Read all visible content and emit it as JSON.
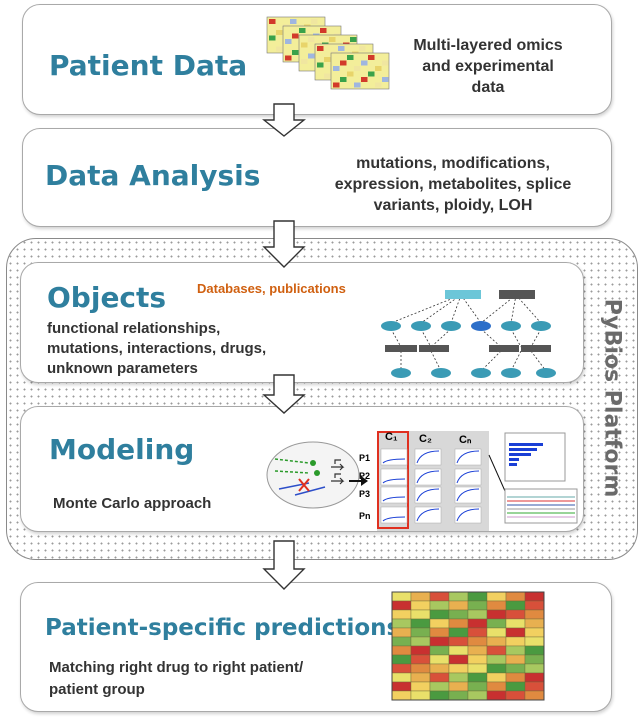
{
  "patient_data": {
    "title": "Patient Data",
    "desc_lines": [
      "Multi-layered omics",
      "and experimental",
      "data"
    ]
  },
  "data_analysis": {
    "title": "Data Analysis",
    "desc_lines": [
      "mutations, modifications,",
      "expression, metabolites, splice",
      "variants, ploidy, LOH"
    ]
  },
  "platform": {
    "label": "PyBios Platform"
  },
  "objects": {
    "title": "Objects",
    "sources": "Databases, publications",
    "sources_color": "#d06010",
    "desc_lines": [
      "functional relationships,",
      "mutations, interactions, drugs,",
      "unknown parameters"
    ]
  },
  "modeling": {
    "title": "Modeling",
    "subtitle": "Monte Carlo approach",
    "columns": [
      "C₁",
      "C₂",
      "Cₙ"
    ],
    "rows": [
      "P1",
      "P2",
      "P3",
      "Pn"
    ]
  },
  "predictions": {
    "title": "Patient-specific predictions",
    "desc_lines": [
      "Matching right drug to right patient/",
      "patient group"
    ]
  },
  "colors": {
    "title": "#2f7f9e",
    "text": "#333333",
    "node": "#3b9bb5",
    "gene": "#555555",
    "highlight": "#e03020"
  }
}
